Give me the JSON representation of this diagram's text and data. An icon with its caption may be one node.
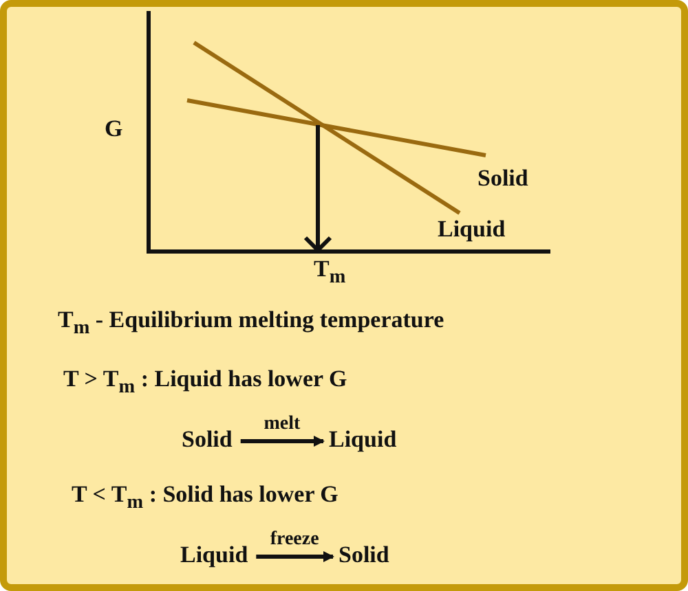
{
  "diagram": {
    "nodes": [
      {
        "text": [
          "Solid"
        ]
      },
      {
        "text": [
          "Liquid"
        ]
      },
      {
        "text": [
          "Liquid"
        ]
      },
      {
        "text": [
          "Solid"
        ]
      }
    ],
    "edges": [
      {
        "from": 0,
        "to": 1,
        "arrow": "to",
        "label": "melt"
      },
      {
        "from": 2,
        "to": 3,
        "arrow": "to",
        "label": "freeze"
      }
    ],
    "labels": [
      "G",
      "Solid",
      "Liquid",
      "T$_{m}$",
      "T$_{m}$  - Equilibrium melting temperature",
      "T  > T$_{m}$ : Liquid has lower G",
      "T  < T$_{m}$ : Solid has lower G"
    ]
  }
}
